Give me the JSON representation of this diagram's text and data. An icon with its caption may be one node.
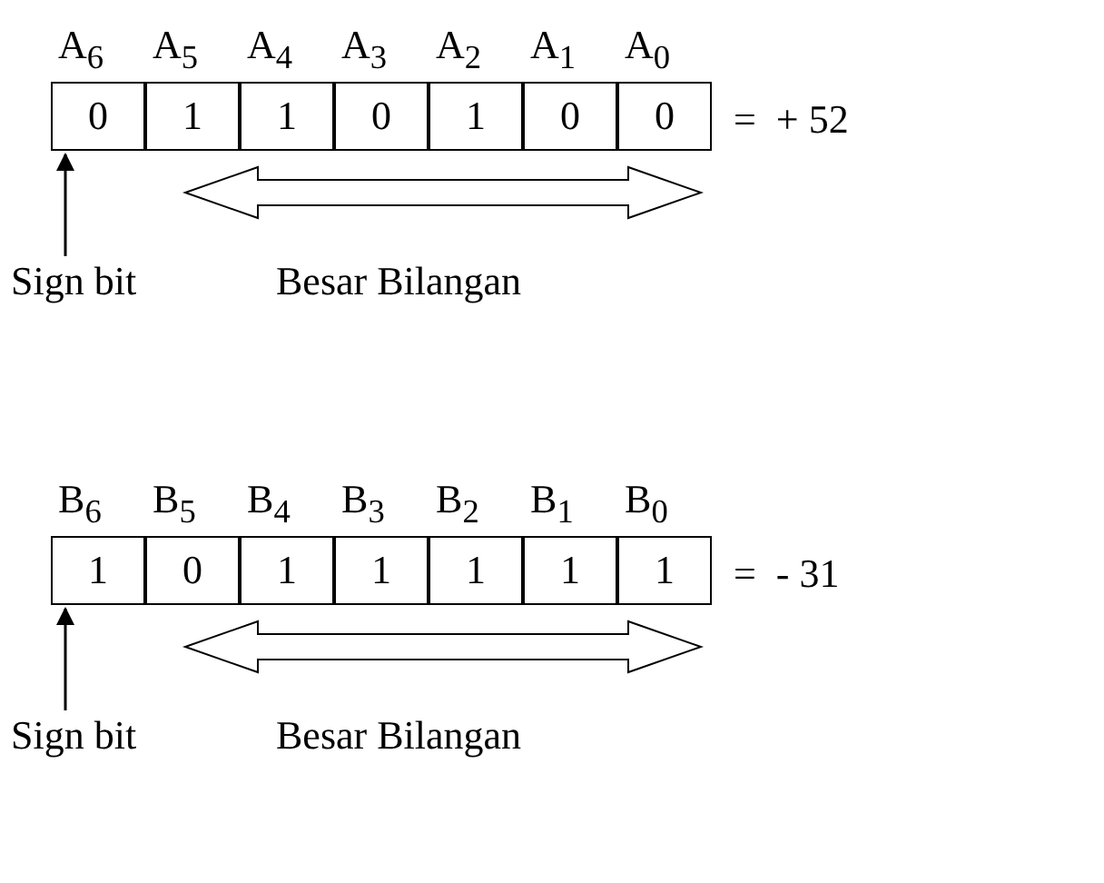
{
  "diagram": {
    "nodes": [
      {
        "text": [
          "0"
        ]
      },
      {
        "text": [
          "1"
        ]
      },
      {
        "text": [
          "1"
        ]
      },
      {
        "text": [
          "0"
        ]
      },
      {
        "text": [
          "1"
        ]
      },
      {
        "text": [
          "0"
        ]
      },
      {
        "text": [
          "0"
        ]
      },
      {
        "text": [
          "Sign bit"
        ]
      },
      {
        "text": [
          "1"
        ]
      },
      {
        "text": [
          "0"
        ]
      },
      {
        "text": [
          "1"
        ]
      },
      {
        "text": [
          "1"
        ]
      },
      {
        "text": [
          "1"
        ]
      },
      {
        "text": [
          "1"
        ]
      },
      {
        "text": [
          "1"
        ]
      },
      {
        "text": [
          "Sign bit"
        ]
      }
    ],
    "edges": [
      {
        "from": 7,
        "to": 0,
        "arrow": "to"
      },
      {
        "from": 1,
        "to": 6,
        "arrow": "both",
        "style": "thick"
      },
      {
        "from": 15,
        "to": 8,
        "arrow": "to"
      },
      {
        "from": 9,
        "to": 14,
        "arrow": "both",
        "style": "thick"
      }
    ],
    "labels": [
      "A$_{6}$",
      "A$_{5}$",
      "A$_{4}$",
      "A$_{3}$",
      "A$_{2}$",
      "A$_{1}$",
      "A$_{0}$",
      "=  + 52",
      "Besar Bilangan",
      "B$_{6}$",
      "B$_{5}$",
      "B$_{4}$",
      "B$_{3}$",
      "B$_{2}$",
      "B$_{1}$",
      "B$_{0}$",
      "=  - 31",
      "Besar Bilangan"
    ]
  }
}
